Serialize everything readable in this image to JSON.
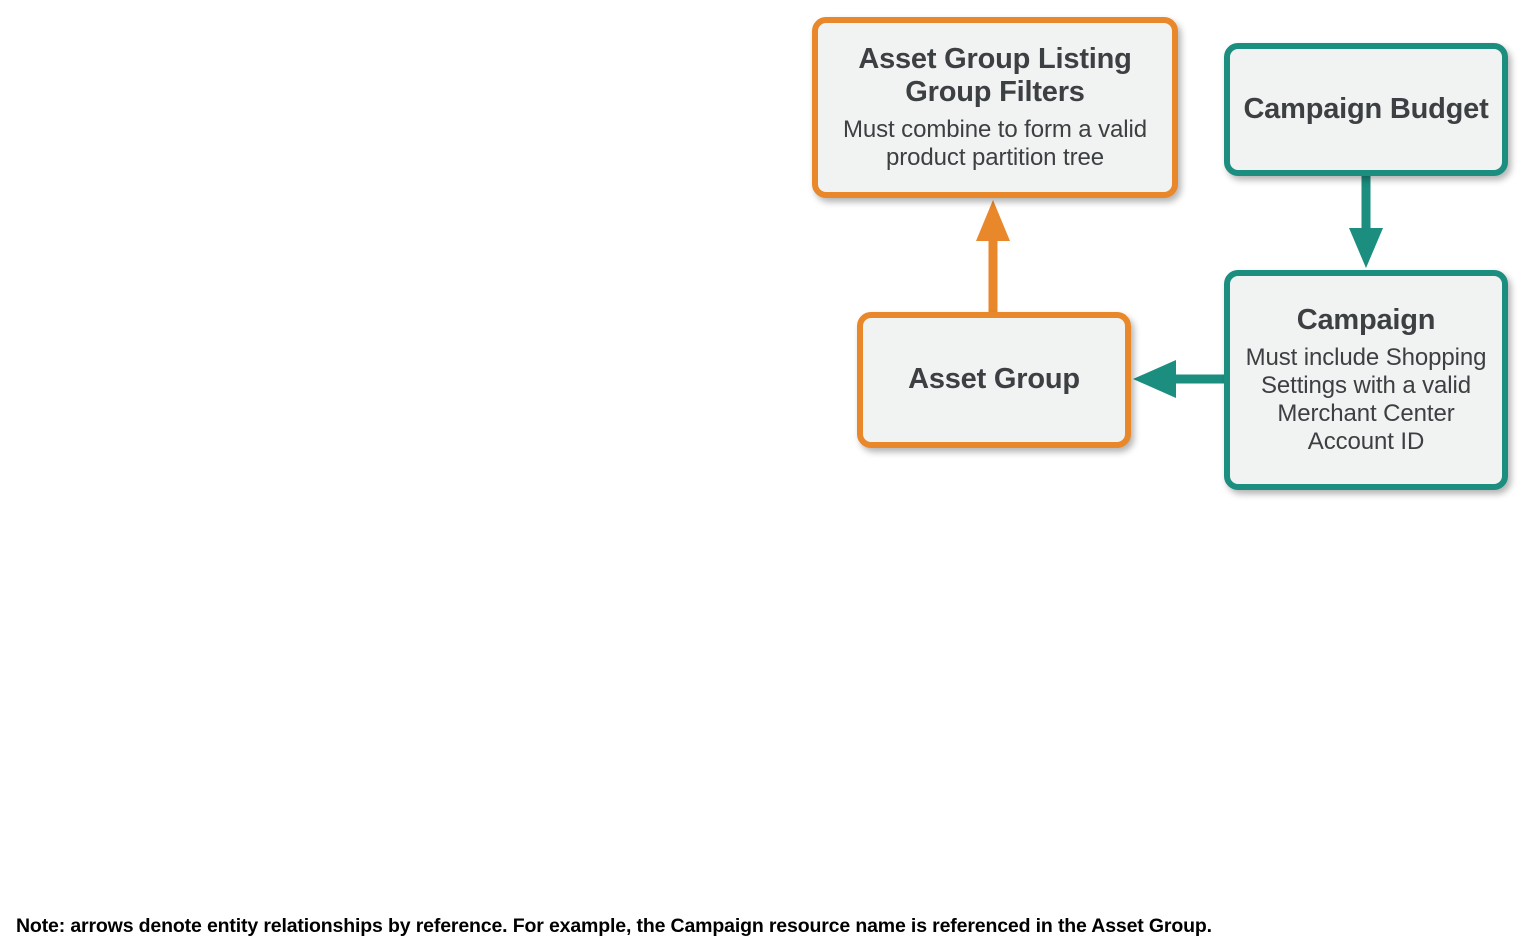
{
  "diagram": {
    "type": "entity-relationship",
    "colors": {
      "orange": "#e8882a",
      "teal": "#1b8e80",
      "node_fill": "#f1f2f2",
      "text": "#3c4043",
      "note_text": "#000000"
    },
    "nodes": [
      {
        "id": "asset-group-listing-group-filters",
        "title": "Asset Group Listing Group Filters",
        "description": "Must combine to form a valid product partition tree",
        "color": "orange"
      },
      {
        "id": "campaign-budget",
        "title": "Campaign Budget",
        "description": "",
        "color": "teal"
      },
      {
        "id": "asset-group",
        "title": "Asset Group",
        "description": "",
        "color": "orange"
      },
      {
        "id": "campaign",
        "title": "Campaign",
        "description": "Must include Shopping Settings with a valid Merchant Center Account ID",
        "color": "teal"
      }
    ],
    "edges": [
      {
        "id": "asset-group-to-filters",
        "from": "asset-group",
        "to": "asset-group-listing-group-filters",
        "direction": "up",
        "color": "orange"
      },
      {
        "id": "campaign-budget-to-campaign",
        "from": "campaign-budget",
        "to": "campaign",
        "direction": "down",
        "color": "teal"
      },
      {
        "id": "campaign-to-asset-group",
        "from": "campaign",
        "to": "asset-group",
        "direction": "left",
        "color": "teal"
      }
    ],
    "note": "Note: arrows denote entity relationships by reference. For example, the Campaign resource name is referenced in the Asset Group."
  }
}
